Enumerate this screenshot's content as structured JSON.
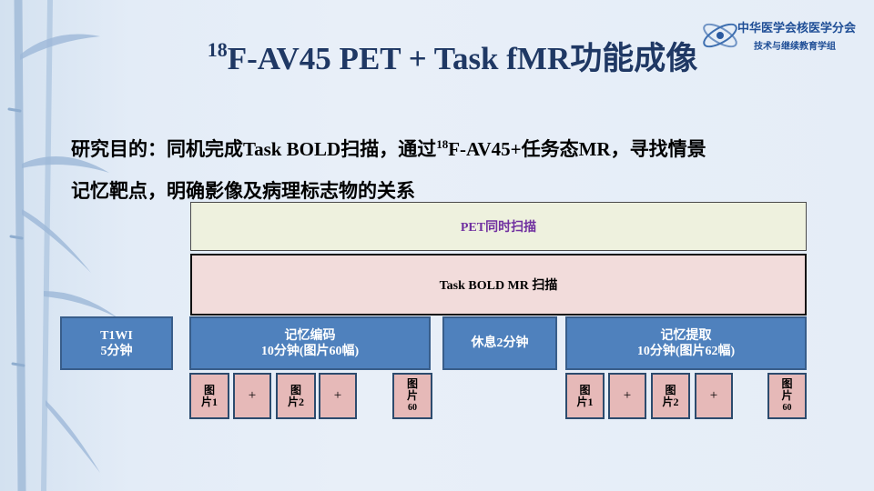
{
  "slide": {
    "title_sup": "18",
    "title_main": "F-AV45 PET + Task fMR功能成像",
    "logo": {
      "line1": "中华医学会核医学分会",
      "line2": "技术与继续教育学组"
    },
    "body_line1_pre": "研究目的：同机完成Task BOLD扫描，通过",
    "body_line1_sup": "18",
    "body_line1_post": "F-AV45+任务态MR，寻找情景",
    "body_line2": "记忆靶点，明确影像及病理标志物的关系"
  },
  "diagram": {
    "pet_bar": "PET同时扫描",
    "task_bar": "Task BOLD MR 扫描",
    "blocks": [
      {
        "line1": "T1WI",
        "line2": "5分钟"
      },
      {
        "line1": "记忆编码",
        "line2": "10分钟(图片60幅)"
      },
      {
        "line1": "休息2分钟",
        "line2": ""
      },
      {
        "line1": "记忆提取",
        "line2": "10分钟(图片62幅)"
      }
    ],
    "encode_items": [
      {
        "a": "图",
        "b": "片1"
      },
      {
        "a": "+",
        "b": ""
      },
      {
        "a": "图",
        "b": "片2"
      },
      {
        "a": "+",
        "b": ""
      },
      {
        "a": "图",
        "b": "片",
        "c": "60"
      }
    ],
    "retrieve_items": [
      {
        "a": "图",
        "b": "片1"
      },
      {
        "a": "+",
        "b": ""
      },
      {
        "a": "图",
        "b": "片2"
      },
      {
        "a": "+",
        "b": ""
      },
      {
        "a": "图",
        "b": "片",
        "c": "60"
      }
    ]
  }
}
